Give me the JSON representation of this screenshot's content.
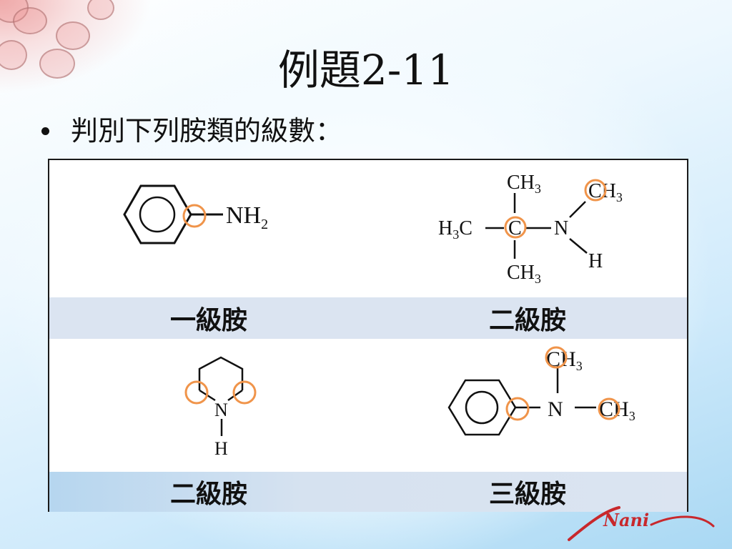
{
  "slide": {
    "title": "例題2-11",
    "bullet": "判別下列胺類的級數：",
    "accent_circle_color": "#f0944a",
    "label_row_color": "#dbe4f1"
  },
  "molecules": [
    {
      "name": "aniline",
      "groups": {
        "amine": "NH",
        "amine_sub": "2"
      },
      "classification": "一級胺",
      "highlighted_carbons": 1
    },
    {
      "name": "N-methyl-tert-butylamine",
      "groups": {
        "top": "CH",
        "top_sub": "3",
        "left_pre": "H",
        "left_sub": "3",
        "left_post": "C",
        "center": "C",
        "nitrogen": "N",
        "n_methyl": "CH",
        "n_methyl_sub": "3",
        "n_h": "H",
        "bottom": "CH",
        "bottom_sub": "3"
      },
      "classification": "二級胺",
      "highlighted_carbons": 2
    },
    {
      "name": "piperidine",
      "groups": {
        "nitrogen": "N",
        "n_h": "H"
      },
      "classification": "二級胺",
      "highlighted_carbons": 2
    },
    {
      "name": "N,N-dimethylaniline",
      "groups": {
        "top": "CH",
        "top_sub": "3",
        "nitrogen": "N",
        "right": "CH",
        "right_sub": "3"
      },
      "classification": "三級胺",
      "highlighted_carbons": 3
    }
  ],
  "logo": {
    "text": "Nani"
  }
}
